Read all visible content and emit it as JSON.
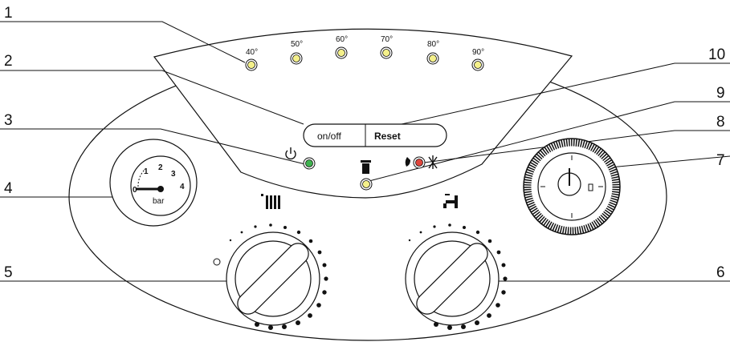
{
  "callouts": [
    "1",
    "2",
    "3",
    "4",
    "5",
    "6",
    "7",
    "8",
    "9",
    "10"
  ],
  "temperatures": [
    "40°",
    "50°",
    "60°",
    "70°",
    "80°",
    "90°"
  ],
  "buttons": {
    "onoff": "on/off",
    "reset": "Reset"
  },
  "gauge": {
    "unit": "bar",
    "ticks": [
      "0",
      "1",
      "2",
      "3",
      "4"
    ]
  },
  "colors": {
    "led_yellow": "#f4f08a",
    "led_green": "#3fb34f",
    "led_red": "#e0463c",
    "line": "#111111"
  },
  "icons": {
    "power": "power-icon",
    "heating": "radiator-icon",
    "hot_water": "tap-icon",
    "chimney": "chimney-icon",
    "flame": "flame-icon",
    "fault": "crossed-flame-icon"
  }
}
